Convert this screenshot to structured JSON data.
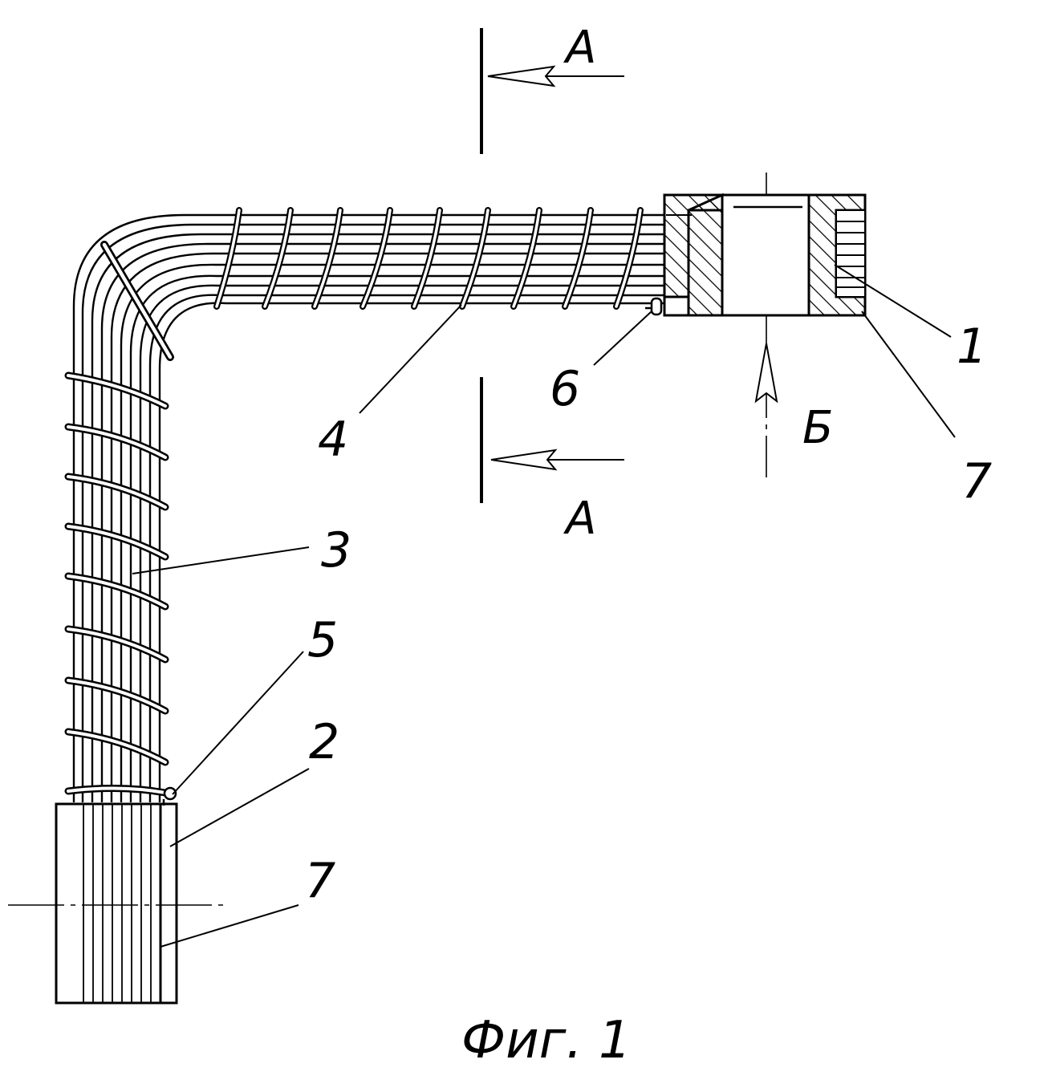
{
  "figure": {
    "caption": "Фиг. 1",
    "ink_color": "#000000",
    "paper_color": "#ffffff"
  },
  "section_marks": {
    "top": "А",
    "bottom": "А",
    "view_arrow": "Б"
  },
  "callouts": {
    "c1": "1",
    "c7_top": "7",
    "c6": "6",
    "c4": "4",
    "c3": "3",
    "c5": "5",
    "c2": "2",
    "c7_bottom": "7"
  }
}
